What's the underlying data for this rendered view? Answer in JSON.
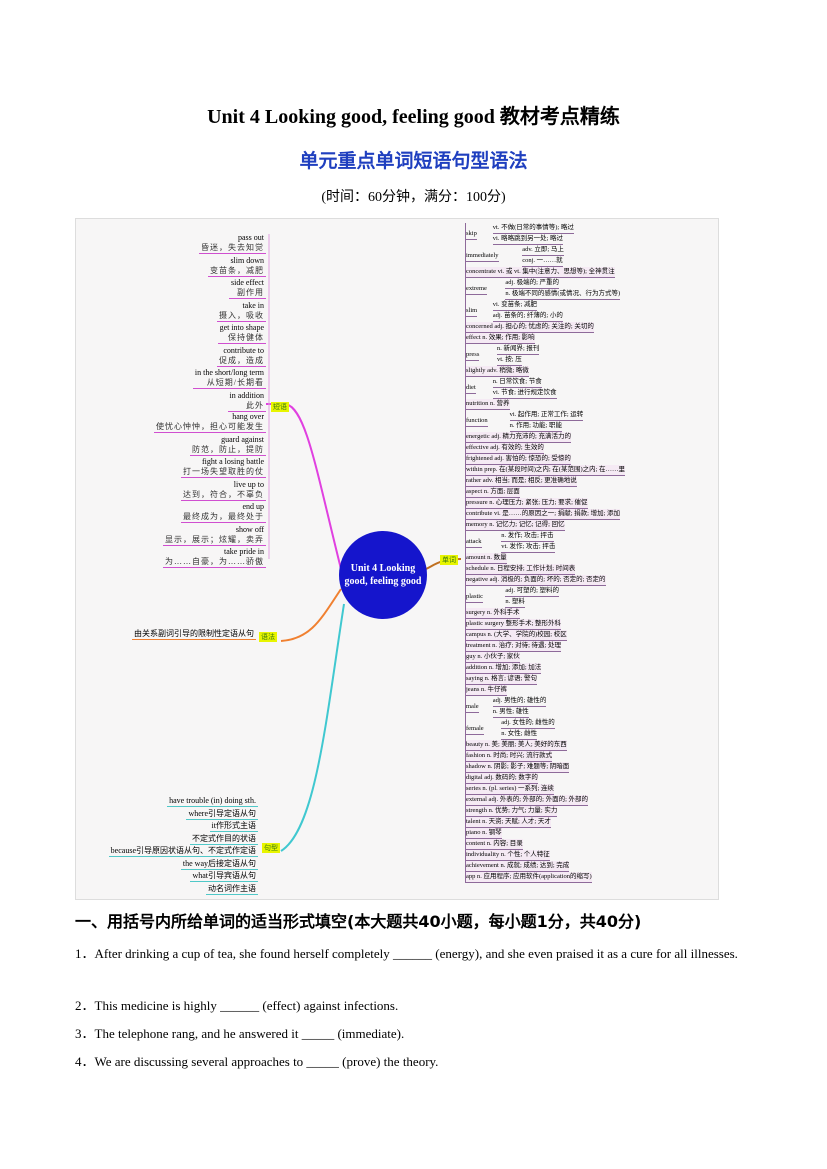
{
  "header": {
    "title": "Unit 4 Looking good, feeling good 教材考点精练",
    "subtitle": "单元重点单词短语句型语法",
    "time_info": "(时间：60分钟，满分：100分)"
  },
  "mindmap": {
    "center": "Unit 4 Looking good, feeling good",
    "labels": {
      "phrases": "短语",
      "grammar": "语法",
      "sentences": "句型",
      "words": "单词"
    },
    "phrases": [
      {
        "en": "pass out",
        "cn": "昏迷，失去知觉"
      },
      {
        "en": "slim down",
        "cn": "变苗条，减肥"
      },
      {
        "en": "side effect",
        "cn": "副作用"
      },
      {
        "en": "take in",
        "cn": "摄入，吸收"
      },
      {
        "en": "get into shape",
        "cn": "保持健体"
      },
      {
        "en": "contribute to",
        "cn": "促成，造成"
      },
      {
        "en": "in the short/long term",
        "cn": "从短期/长期看"
      },
      {
        "en": "in addition",
        "cn": "此外"
      },
      {
        "en": "hang over",
        "cn": "使忧心忡忡，担心可能发生"
      },
      {
        "en": "guard against",
        "cn": "防范，防止，提防"
      },
      {
        "en": "fight a losing battle",
        "cn": "打一场失望取胜的仗"
      },
      {
        "en": "live up to",
        "cn": "达到，符合，不辜负"
      },
      {
        "en": "end up",
        "cn": "最终成为，最终处于"
      },
      {
        "en": "show off",
        "cn": "显示，展示；炫耀，卖弄"
      },
      {
        "en": "take pride in",
        "cn": "为……自豪，为……骄傲"
      }
    ],
    "grammar": "由关系副词引导的限制性定语从句",
    "sentences": [
      "have trouble (in) doing sth.",
      "where引导定语从句",
      "it作形式主语",
      "不定式作目的状语",
      "because引导原因状语从句、不定式作定语",
      "the way后接定语从句",
      "what引导宾语从句",
      "动名词作主语"
    ],
    "words": [
      {
        "w": "skip",
        "subs": [
          "vt. 不做(日常的事情等); 略过",
          "vi. 略略跳到另一处; 略过"
        ]
      },
      {
        "w": "immediately",
        "subs": [
          "adv. 立即; 马上",
          "conj. 一……就"
        ]
      },
      {
        "w": "concentrate vi. 或 vt. 集中(注意力、思想等); 全神贯注"
      },
      {
        "w": "extreme",
        "subs": [
          "adj. 极端的; 严重的",
          "n. 极端不同的感情(或情况、行为方式等)"
        ]
      },
      {
        "w": "slim",
        "subs": [
          "vi. 变苗条; 减肥",
          "adj. 苗条的; 纤薄的; 小的"
        ]
      },
      {
        "w": "concerned adj. 担心的; 忧虑的; 关注的; 关切的"
      },
      {
        "w": "effect n. 效果; 作用; 影响"
      },
      {
        "w": "press",
        "subs": [
          "n. 新闻界; 报刊",
          "vt. 按; 压"
        ]
      },
      {
        "w": "slightly adv. 稍微; 略微"
      },
      {
        "w": "diet",
        "subs": [
          "n. 日常饮食; 节食",
          "vi. 节食; 进行规定饮食"
        ]
      },
      {
        "w": "nutrition n. 营养"
      },
      {
        "w": "function",
        "subs": [
          "vi. 起作用; 正常工作; 运转",
          "n. 作用; 功能; 职能"
        ]
      },
      {
        "w": "energetic adj. 精力充沛的; 充满活力的"
      },
      {
        "w": "effective adj. 有效的; 生效的"
      },
      {
        "w": "frightened adj. 害怕的; 惊恐的; 受惊的"
      },
      {
        "w": "within prep. 在(某段时间)之内; 在(某范围)之内; 在……里"
      },
      {
        "w": "rather adv. 相当; 而是; 相反; 更准确地说"
      },
      {
        "w": "aspect n. 方面; 层面"
      },
      {
        "w": "pressure n. 心理压力; 紧张; 压力; 要求; 催促"
      },
      {
        "w": "contribute vi. 是……的原因之一; 捐献; 捐款; 增加; 添加"
      },
      {
        "w": "memory n. 记忆力; 记忆; 记得; 回忆"
      },
      {
        "w": "attack",
        "subs": [
          "n. 发作; 攻击; 抨击",
          "vt. 发作; 攻击; 抨击"
        ]
      },
      {
        "w": "amount n. 数量"
      },
      {
        "w": "schedule n. 日程安排; 工作计划; 时间表"
      },
      {
        "w": "negative adj. 消极的; 负面的; 坏的; 否定的; 否定的"
      },
      {
        "w": "plastic",
        "subs": [
          "adj. 可塑的; 塑料的",
          "n. 塑料"
        ]
      },
      {
        "w": "surgery n. 外科手术"
      },
      {
        "w": "plastic surgery 整形手术; 整形外科"
      },
      {
        "w": "campus n. (大学、学院的)校园; 校区"
      },
      {
        "w": "treatment n. 治疗; 对待; 待遇; 处理"
      },
      {
        "w": "guy n. 小伙子; 家伙"
      },
      {
        "w": "addition n. 增加; 添加; 加法"
      },
      {
        "w": "saying n. 格言; 谚语; 警句"
      },
      {
        "w": "jeans n. 牛仔裤"
      },
      {
        "w": "male",
        "subs": [
          "adj. 男性的; 雄性的",
          "n. 男性; 雄性"
        ]
      },
      {
        "w": "female",
        "subs": [
          "adj. 女性的; 雌性的",
          "n. 女性; 雌性"
        ]
      },
      {
        "w": "beauty n. 美; 美丽; 美人; 美好的东西"
      },
      {
        "w": "fashion n. 时尚; 时兴; 流行款式"
      },
      {
        "w": "shadow n. 阴影; 影子; 难题等; 阴暗面"
      },
      {
        "w": "digital adj. 数码的; 数字的"
      },
      {
        "w": "series n. (pl. series) 一系列; 连续"
      },
      {
        "w": "external adj. 外表的; 外部的; 外面的; 外部的"
      },
      {
        "w": "strength n. 优势; 力气; 力量; 实力"
      },
      {
        "w": "talent n. 天资; 天赋; 人才; 天才"
      },
      {
        "w": "piano n. 钢琴"
      },
      {
        "w": "content n. 内容; 目录"
      },
      {
        "w": "individuality n. 个性; 个人特征"
      },
      {
        "w": "achievement n. 成就; 成绩; 达到; 完成"
      },
      {
        "w": "app n. 应用程序; 应用软件(application的缩写)"
      }
    ]
  },
  "section1": {
    "heading": "一、用括号内所给单词的适当形式填空(本大题共40小题，每小题1分，共40分)",
    "questions": [
      "1．After drinking  a cup of tea, she found herself completely  ______  (energy), and she even praised it as a cure for all illnesses.",
      "2．This medicine is highly  ______  (effect) against infections.",
      "3．The telephone rang, and he answered it  _____  (immediate).",
      "4．We are discussing several approaches to  _____  (prove) the theory."
    ]
  },
  "colors": {
    "phrases": "#e040e0",
    "grammar": "#f08030",
    "sentences": "#40c8d0",
    "words": "#c07020",
    "center": "#1515cc"
  }
}
